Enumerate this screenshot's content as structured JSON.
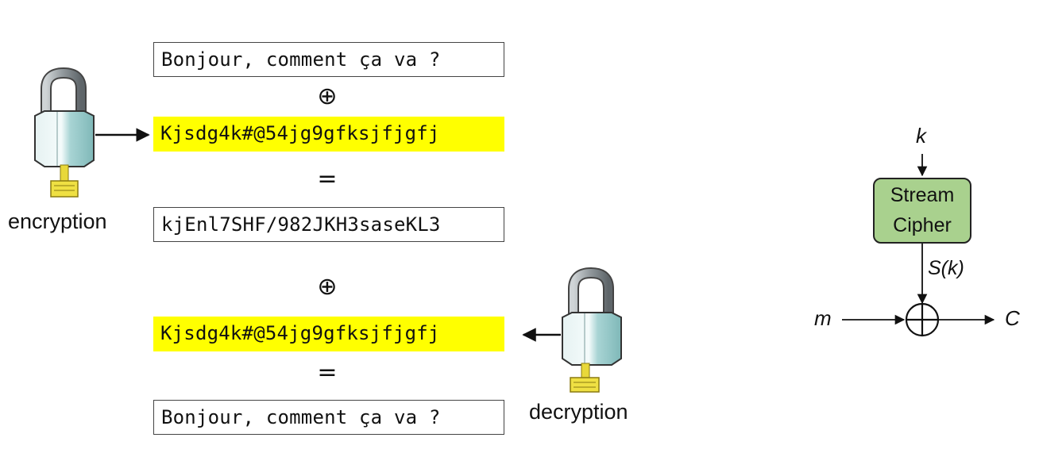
{
  "encryption": {
    "plaintext": "Bonjour, comment ça va ?",
    "op1": "⊕",
    "key": "Kjsdg4k#@54jg9gfksjfjgfj",
    "op2": "=",
    "ciphertext": "kjEnl7SHF/982JKH3saseKL3",
    "label": "encryption"
  },
  "decryption": {
    "op1": "⊕",
    "key": "Kjsdg4k#@54jg9gfksjfjgfj",
    "op2": "=",
    "plaintext": "Bonjour, comment ça va ?",
    "label": "decryption"
  },
  "stream_cipher": {
    "key_label": "k",
    "block_line1": "Stream",
    "block_line2": "Cipher",
    "keystream_label": "S(k)",
    "input_label": "m",
    "output_label": "C"
  },
  "colors": {
    "key_highlight": "#ffff00",
    "cipher_block": "#a9d18e",
    "lock_body": "#a8d4d4",
    "key_gold": "#e8d83a"
  }
}
